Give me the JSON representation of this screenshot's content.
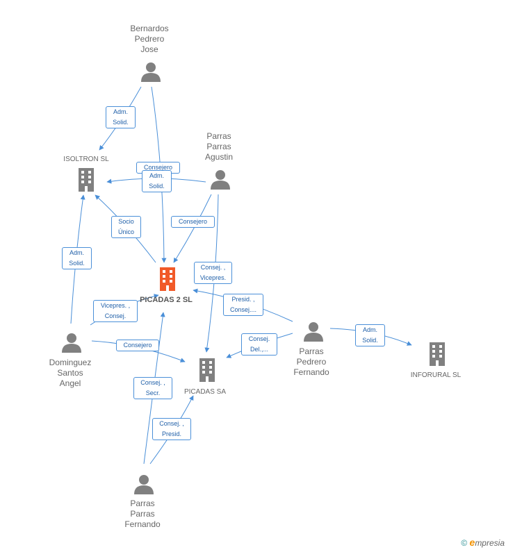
{
  "colors": {
    "edge": "#4a8fd8",
    "person": "#808080",
    "company": "#808080",
    "main_company": "#f15a29"
  },
  "nodes": [
    {
      "id": "bernardos",
      "type": "person-icon",
      "label": "Bernardos\nPedrero\nJose"
    },
    {
      "id": "parras_agustin",
      "type": "person-icon",
      "label": "Parras\nParras\nAgustin"
    },
    {
      "id": "isoltron",
      "type": "company-icon",
      "label": "ISOLTRON SL"
    },
    {
      "id": "picadas2",
      "type": "company-icon",
      "label": "PICADAS 2 SL",
      "main": true
    },
    {
      "id": "dominguez",
      "type": "person-icon",
      "label": "Dominguez\nSantos\nAngel"
    },
    {
      "id": "picadas_sa",
      "type": "company-icon",
      "label": "PICADAS SA"
    },
    {
      "id": "parras_fernando_pedrero",
      "type": "person-icon",
      "label": "Parras\nPedrero\nFernando"
    },
    {
      "id": "inforural",
      "type": "company-icon",
      "label": "INFORURAL SL"
    },
    {
      "id": "parras_fernando",
      "type": "person-icon",
      "label": "Parras\nParras\nFernando"
    }
  ],
  "edges": [
    {
      "label": "Adm.\nSolid."
    },
    {
      "label": "Consejero"
    },
    {
      "label": "Adm.\nSolid."
    },
    {
      "label": "Consejero"
    },
    {
      "label": "Socio\nÚnico"
    },
    {
      "label": "Adm.\nSolid."
    },
    {
      "label": "Consej. ,\nVicepres."
    },
    {
      "label": "Vicepres. ,\nConsej."
    },
    {
      "label": "Consejero"
    },
    {
      "label": "Presid. ,\nConsej...."
    },
    {
      "label": "Consej.\nDel.,..."
    },
    {
      "label": "Adm.\nSolid."
    },
    {
      "label": "Consej. ,\nSecr."
    },
    {
      "label": "Consej. ,\nPresid."
    }
  ],
  "footer": {
    "copyright": "©",
    "brand_initial": "e",
    "brand_rest": "mpresia"
  }
}
